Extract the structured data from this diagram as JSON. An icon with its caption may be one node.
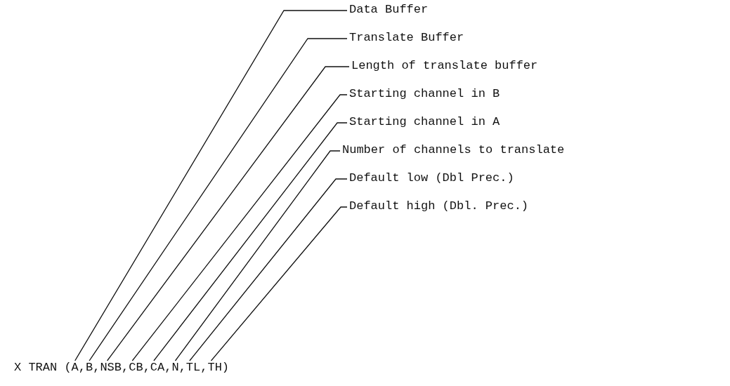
{
  "diagram": {
    "nodes": [
      {
        "text": [
          "X TRAN (A,B,NSB,CB,CA,N,TL,TH)"
        ]
      },
      {
        "text": [
          "Data Buffer"
        ]
      },
      {
        "text": [
          "Translate Buffer"
        ]
      },
      {
        "text": [
          "Length of translate buffer"
        ]
      },
      {
        "text": [
          "Starting channel in B"
        ]
      },
      {
        "text": [
          "Starting channel in A"
        ]
      },
      {
        "text": [
          "Number of channels to translate"
        ]
      },
      {
        "text": [
          "Default low (Dbl Prec.)"
        ]
      },
      {
        "text": [
          "Default high (Dbl. Prec.)"
        ]
      }
    ],
    "edges": [
      {
        "from": 1,
        "to": 0,
        "arrow": "none"
      },
      {
        "from": 2,
        "to": 0,
        "arrow": "none"
      },
      {
        "from": 3,
        "to": 0,
        "arrow": "none"
      },
      {
        "from": 4,
        "to": 0,
        "arrow": "none"
      },
      {
        "from": 5,
        "to": 0,
        "arrow": "none"
      },
      {
        "from": 6,
        "to": 0,
        "arrow": "none"
      },
      {
        "from": 7,
        "to": 0,
        "arrow": "none"
      },
      {
        "from": 8,
        "to": 0,
        "arrow": "none"
      }
    ]
  }
}
